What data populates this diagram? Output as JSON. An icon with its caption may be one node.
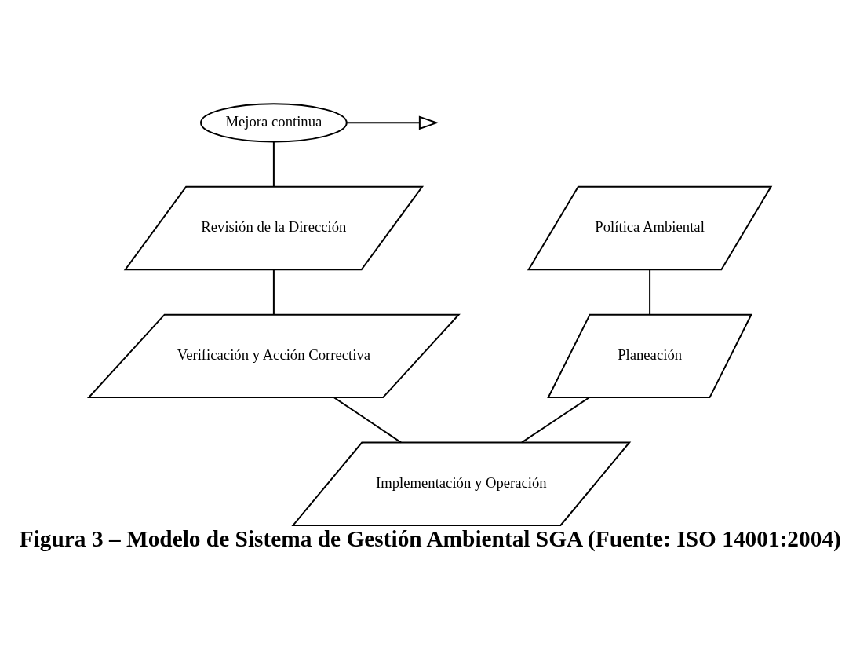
{
  "diagram": {
    "caption": "Figura 3 – Modelo de Sistema de Gestión Ambiental SGA (Fuente: ISO 14001:2004)",
    "nodes": [
      {
        "text": [
          "Mejora continua"
        ]
      },
      {
        "text": [
          "Revisión de la Dirección"
        ]
      },
      {
        "text": [
          "Política Ambiental"
        ]
      },
      {
        "text": [
          "Verificación y Acción Correctiva"
        ]
      },
      {
        "text": [
          "Planeación"
        ]
      },
      {
        "text": [
          "Implementación y Operación"
        ]
      }
    ],
    "edges": [
      {
        "from": 0,
        "to": null,
        "arrow": "to"
      },
      {
        "from": 0,
        "to": 1,
        "arrow": "none"
      },
      {
        "from": 1,
        "to": 3,
        "arrow": "none"
      },
      {
        "from": 3,
        "to": 5,
        "arrow": "none"
      },
      {
        "from": 2,
        "to": 4,
        "arrow": "none"
      },
      {
        "from": 4,
        "to": 5,
        "arrow": "none"
      }
    ]
  }
}
